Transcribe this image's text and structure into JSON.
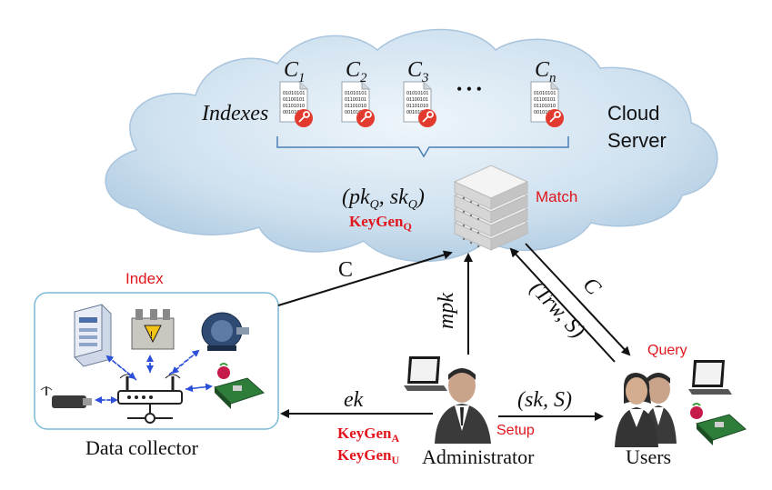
{
  "cloud": {
    "indexes_label": "Indexes",
    "docs": [
      {
        "label": "C",
        "sub": "1"
      },
      {
        "label": "C",
        "sub": "2"
      },
      {
        "label": "C",
        "sub": "3"
      },
      {
        "label": "C",
        "sub": "n"
      }
    ],
    "ellipsis": "• • •",
    "doc_bits": [
      "01010101",
      "01100101",
      "01101010",
      "00101011"
    ],
    "server_label_1": "Cloud",
    "server_label_2": "Server",
    "keypair": "(pk",
    "keypair_sub1": "Q",
    "keypair_mid": ", sk",
    "keypair_sub2": "Q",
    "keypair_end": ")",
    "keygen_q": "KeyGen",
    "keygen_q_sub": "Q",
    "match_label": "Match"
  },
  "edges": {
    "c_to_cloud": "C",
    "mpk": "mpk",
    "c_to_users": "C",
    "trw_s": "(Trw, S)",
    "ek": "ek",
    "sk_s": "(sk, S)"
  },
  "data_collector": {
    "index_label": "Index",
    "name": "Data collector"
  },
  "administrator": {
    "name": "Administrator",
    "setup_label": "Setup",
    "keygen_a": "KeyGen",
    "keygen_a_sub": "A",
    "keygen_u": "KeyGen",
    "keygen_u_sub": "U"
  },
  "users": {
    "query_label": "Query",
    "name": "Users"
  },
  "colors": {
    "red": "#e0161c",
    "cloud": "#c7ddee",
    "box_border": "#7cb9d6",
    "dashed_arrow": "#2b4fd9"
  }
}
